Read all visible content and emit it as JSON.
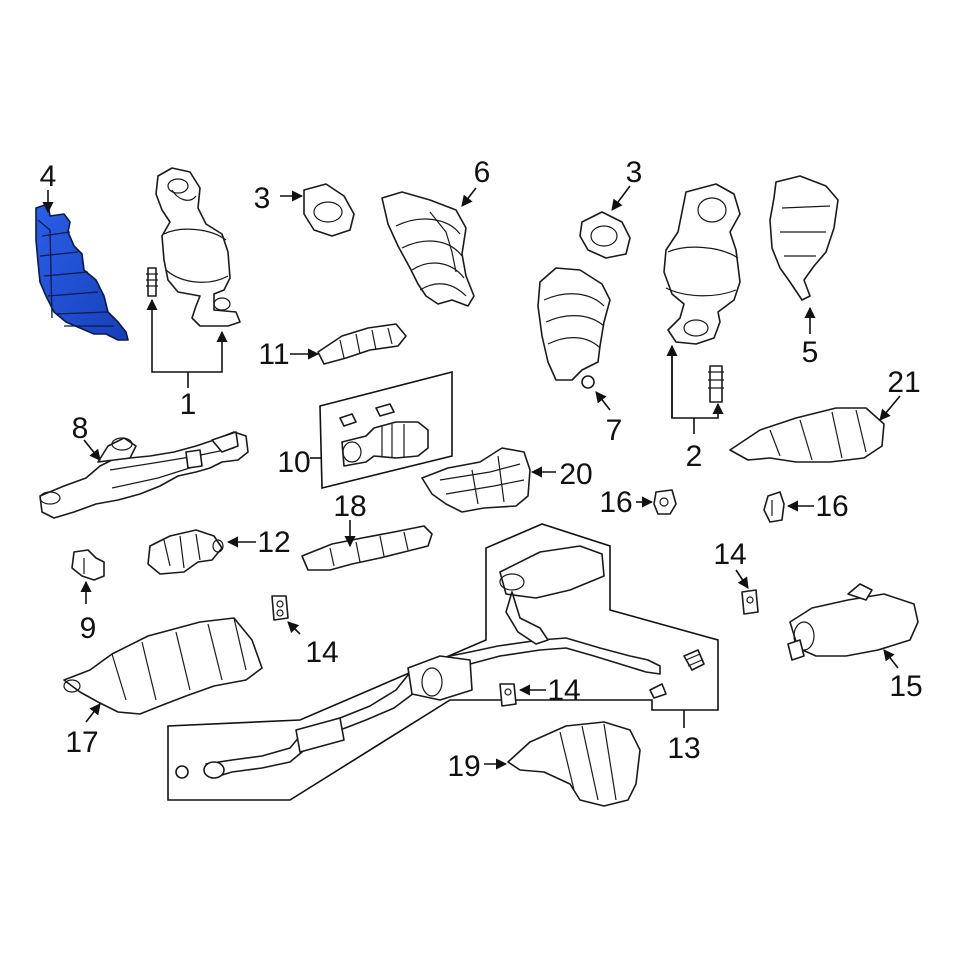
{
  "callouts": {
    "c1": "1",
    "c2": "2",
    "c3a": "3",
    "c3b": "3",
    "c4": "4",
    "c5": "5",
    "c6": "6",
    "c7": "7",
    "c8": "8",
    "c9": "9",
    "c10": "10",
    "c11": "11",
    "c12": "12",
    "c13": "13",
    "c14a": "14",
    "c14b": "14",
    "c14c": "14",
    "c15": "15",
    "c16a": "16",
    "c16b": "16",
    "c17": "17",
    "c18": "18",
    "c19": "19",
    "c20": "20",
    "c21": "21"
  },
  "highlighted_part": "4",
  "colors": {
    "highlight_fill": "#1e4fd6",
    "highlight_dark": "#0b2a8a",
    "line": "#1a1a1a",
    "background": "#ffffff"
  }
}
